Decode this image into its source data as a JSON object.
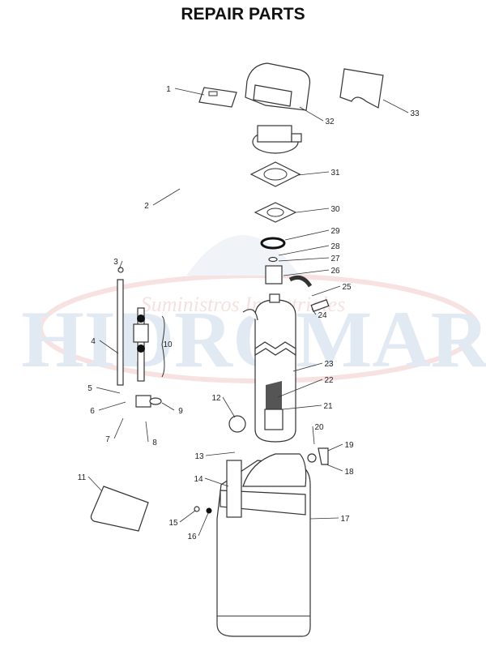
{
  "title": "REPAIR PARTS",
  "watermark": {
    "brand": "HIDROMAR",
    "tagline": "Suministros Industriales"
  },
  "callouts": [
    "1",
    "2",
    "3",
    "4",
    "5",
    "6",
    "7",
    "8",
    "9",
    "10",
    "11",
    "12",
    "13",
    "14",
    "15",
    "16",
    "17",
    "18",
    "19",
    "20",
    "21",
    "22",
    "23",
    "24",
    "25",
    "26",
    "27",
    "28",
    "29",
    "30",
    "31",
    "32",
    "33"
  ],
  "colors": {
    "watermark_blue": "#c9d9ea",
    "watermark_red": "#f2c9c9",
    "line": "#333333"
  }
}
